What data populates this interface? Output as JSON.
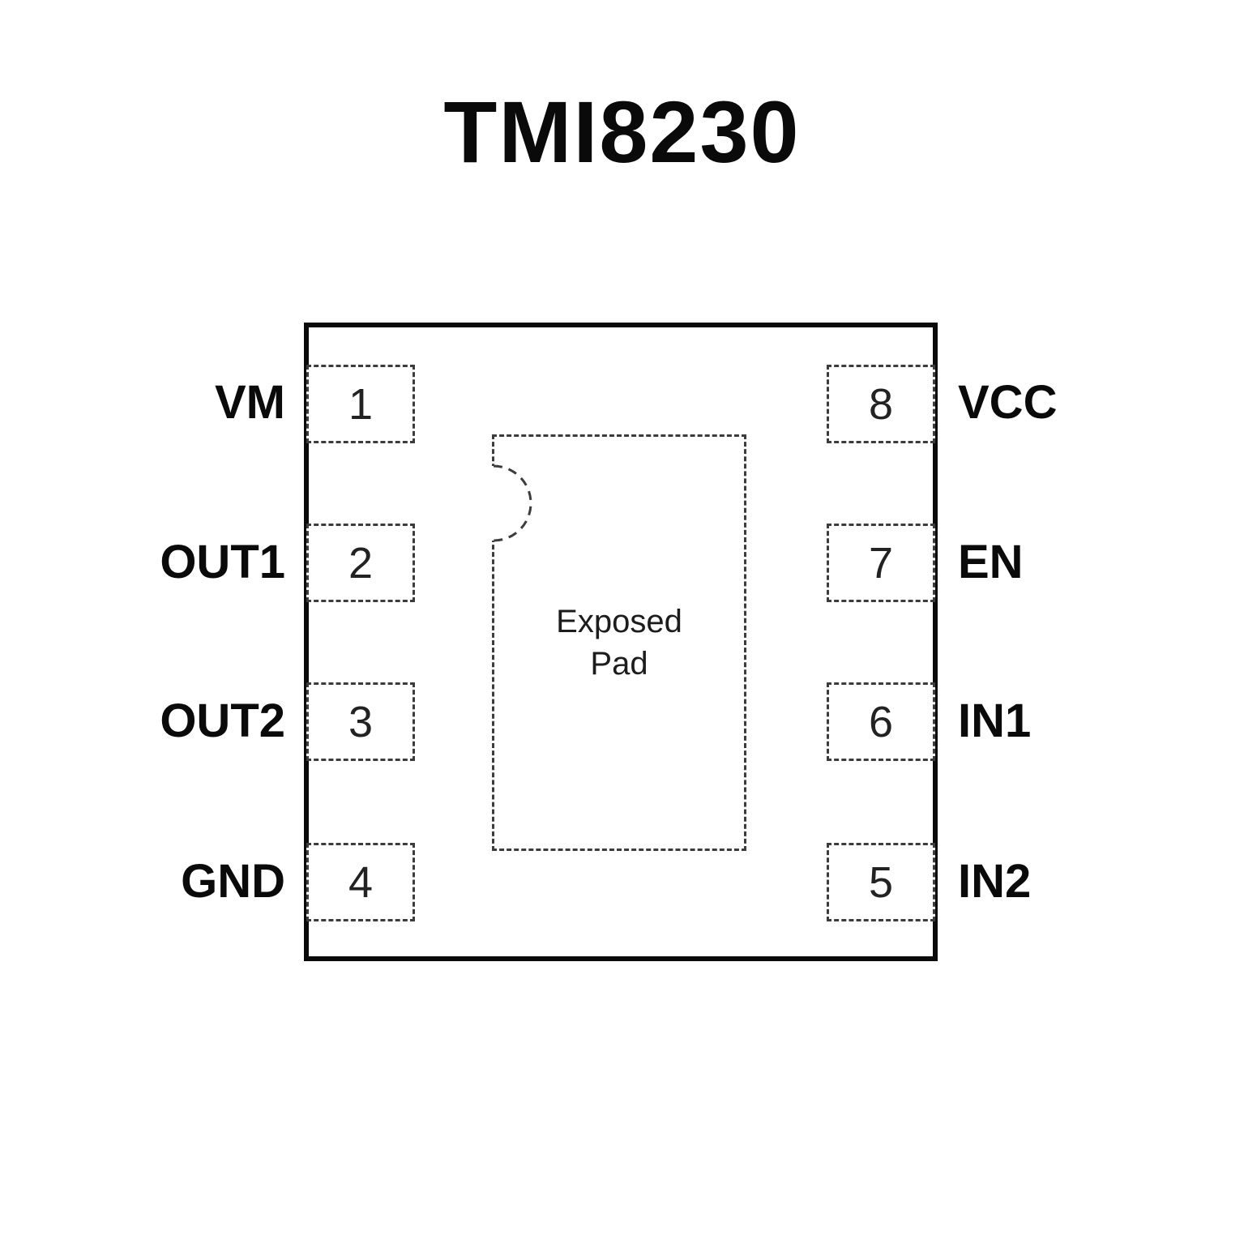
{
  "title": "TMI8230",
  "chip": {
    "left_pins": [
      {
        "number": "1",
        "label": "VM"
      },
      {
        "number": "2",
        "label": "OUT1"
      },
      {
        "number": "3",
        "label": "OUT2"
      },
      {
        "number": "4",
        "label": "GND"
      }
    ],
    "right_pins": [
      {
        "number": "8",
        "label": "VCC"
      },
      {
        "number": "7",
        "label": "EN"
      },
      {
        "number": "6",
        "label": "IN1"
      },
      {
        "number": "5",
        "label": "IN2"
      }
    ],
    "exposed_pad": {
      "line1": "Exposed",
      "line2": "Pad"
    }
  },
  "colors": {
    "chip_border": "#0a0a0a",
    "dashed_line": "#3c3c3c",
    "text": "#0a0a0a",
    "background": "#ffffff"
  }
}
